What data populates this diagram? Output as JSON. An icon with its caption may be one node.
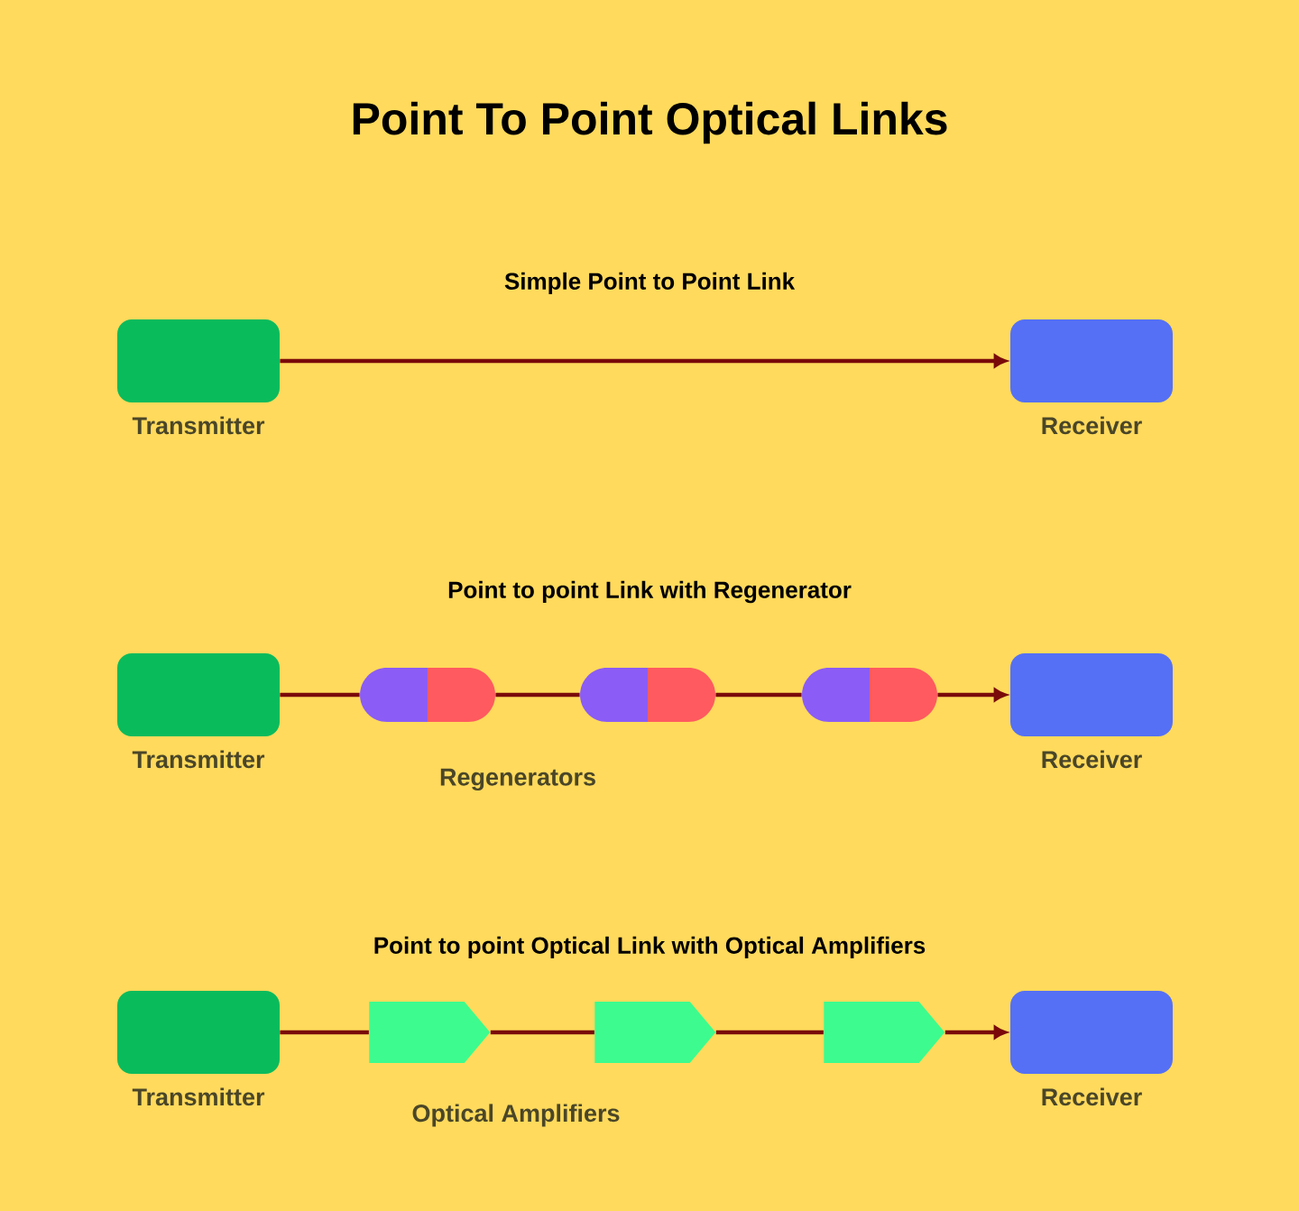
{
  "diagram": {
    "title": "Point To Point Optical Links",
    "nodes": [
      {
        "text": [
          "Transmitter"
        ]
      },
      {
        "text": [
          "Receiver"
        ]
      },
      {
        "text": [
          "Transmitter"
        ]
      },
      {
        "text": [],
        "shape": "pill"
      },
      {
        "text": [],
        "shape": "pill"
      },
      {
        "text": [],
        "shape": "pill"
      },
      {
        "text": [
          "Receiver"
        ]
      },
      {
        "text": [
          "Transmitter"
        ]
      },
      {
        "text": [],
        "shape": "pentagon"
      },
      {
        "text": [],
        "shape": "pentagon"
      },
      {
        "text": [],
        "shape": "pentagon"
      },
      {
        "text": [
          "Receiver"
        ]
      }
    ],
    "edges": [
      {
        "from": 0,
        "to": 1,
        "arrow": "to"
      },
      {
        "from": 2,
        "to": 3,
        "arrow": "none"
      },
      {
        "from": 3,
        "to": 4,
        "arrow": "none"
      },
      {
        "from": 4,
        "to": 5,
        "arrow": "none"
      },
      {
        "from": 5,
        "to": 6,
        "arrow": "to"
      },
      {
        "from": 7,
        "to": 8,
        "arrow": "none"
      },
      {
        "from": 8,
        "to": 9,
        "arrow": "none"
      },
      {
        "from": 9,
        "to": 10,
        "arrow": "none"
      },
      {
        "from": 10,
        "to": 11,
        "arrow": "to"
      }
    ],
    "labels": [
      "Simple Point to Point Link",
      "Point to point Link with Regenerator",
      "Regenerators",
      "Point to point Optical Link with Optical Amplifiers",
      "Optical Amplifiers"
    ]
  }
}
